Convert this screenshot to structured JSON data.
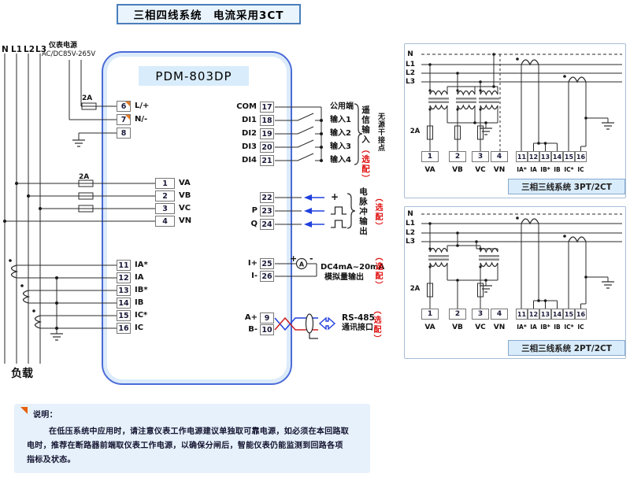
{
  "title": "三相四线系统　电流采用3CT",
  "device": {
    "model": "PDM-803DP"
  },
  "left": {
    "phases": [
      "N",
      "L1",
      "L2",
      "L3"
    ],
    "meter_power_line1": "仪表电源",
    "meter_power_line2": "AC/DC85V-265V",
    "power_fuse": "2A",
    "voltage_fuse": "2A",
    "load": "负载"
  },
  "terminals": {
    "power": [
      {
        "n": "6",
        "l": "L/+"
      },
      {
        "n": "7",
        "l": "N/-"
      },
      {
        "n": "8",
        "l": ""
      }
    ],
    "voltage": [
      {
        "n": "1",
        "l": "VA"
      },
      {
        "n": "2",
        "l": "VB"
      },
      {
        "n": "3",
        "l": "VC"
      },
      {
        "n": "4",
        "l": "VN"
      }
    ],
    "current": [
      {
        "n": "11",
        "l": "IA*"
      },
      {
        "n": "12",
        "l": "IA"
      },
      {
        "n": "13",
        "l": "IB*"
      },
      {
        "n": "14",
        "l": "IB"
      },
      {
        "n": "15",
        "l": "IC*"
      },
      {
        "n": "16",
        "l": "IC"
      }
    ],
    "digital": [
      {
        "n": "17",
        "l": "COM"
      },
      {
        "n": "18",
        "l": "DI1"
      },
      {
        "n": "19",
        "l": "DI2"
      },
      {
        "n": "20",
        "l": "DI3"
      },
      {
        "n": "21",
        "l": "DI4"
      }
    ],
    "pulse": [
      {
        "n": "22",
        "l": ""
      },
      {
        "n": "23",
        "l": "P"
      },
      {
        "n": "24",
        "l": "Q"
      }
    ],
    "analog": [
      {
        "n": "25",
        "l": "I+"
      },
      {
        "n": "26",
        "l": "I-"
      }
    ],
    "comm": [
      {
        "n": "9",
        "l": "A+"
      },
      {
        "n": "10",
        "l": "B-"
      }
    ]
  },
  "right_annotations": {
    "di_common": "公用端",
    "di_inputs": [
      "输入1",
      "输入2",
      "输入3",
      "输入4"
    ],
    "di_group": "遥信输入",
    "di_type": "无源干接点",
    "pulse_plus": "+",
    "pulse_group": "电脉冲输出",
    "analog_plus": "+",
    "analog_minus": "-",
    "ammeter": "A",
    "analog_range": "DC4mA~20mA",
    "analog_label": "模拟量输出",
    "comm_name": "RS-485",
    "comm_label": "通讯接口",
    "optional": "（选配）"
  },
  "subpanels": [
    {
      "caption": "三相三线系统 3PT/2CT",
      "phases": [
        "N",
        "L1",
        "L2",
        "L3"
      ],
      "fuse": "2A",
      "vterms": [
        {
          "n": "1",
          "l": "VA"
        },
        {
          "n": "2",
          "l": "VB"
        },
        {
          "n": "3",
          "l": "VC"
        },
        {
          "n": "4",
          "l": "VN"
        }
      ],
      "iterms": [
        {
          "n": "11",
          "l": "IA*"
        },
        {
          "n": "12",
          "l": "IA"
        },
        {
          "n": "13",
          "l": "IB*"
        },
        {
          "n": "14",
          "l": "IB"
        },
        {
          "n": "15",
          "l": "IC*"
        },
        {
          "n": "16",
          "l": "IC"
        }
      ]
    },
    {
      "caption": "三相三线系统 2PT/2CT",
      "phases": [
        "N",
        "L1",
        "L2",
        "L3"
      ],
      "fuse": "2A",
      "vterms": [
        {
          "n": "1",
          "l": "VA"
        },
        {
          "n": "2",
          "l": "VB"
        },
        {
          "n": "3",
          "l": "VC"
        },
        {
          "n": "4",
          "l": "VN"
        }
      ],
      "iterms": [
        {
          "n": "11",
          "l": "IA*"
        },
        {
          "n": "12",
          "l": "IA"
        },
        {
          "n": "13",
          "l": "IB*"
        },
        {
          "n": "14",
          "l": "IB"
        },
        {
          "n": "15",
          "l": "IC*"
        },
        {
          "n": "16",
          "l": "IC"
        }
      ]
    }
  ],
  "note": {
    "heading": "说明：",
    "lines": [
      "在低压系统中应用时，请注意仪表工作电源建议单独取可靠电源，如必须在本回路取",
      "电时，推荐在断路器前端取仪表工作电源，以确保分闸后，智能仪表仍能监测到回路各项",
      "指标及状态。"
    ]
  },
  "colors": {
    "meter_border": "#4a6bd8",
    "accent_blue": "#2040dd",
    "optional_red": "#e01010",
    "highlight_orange": "#e87820",
    "panel_fill": "#d9ecfb",
    "note_fill": "#e6f1fb"
  }
}
